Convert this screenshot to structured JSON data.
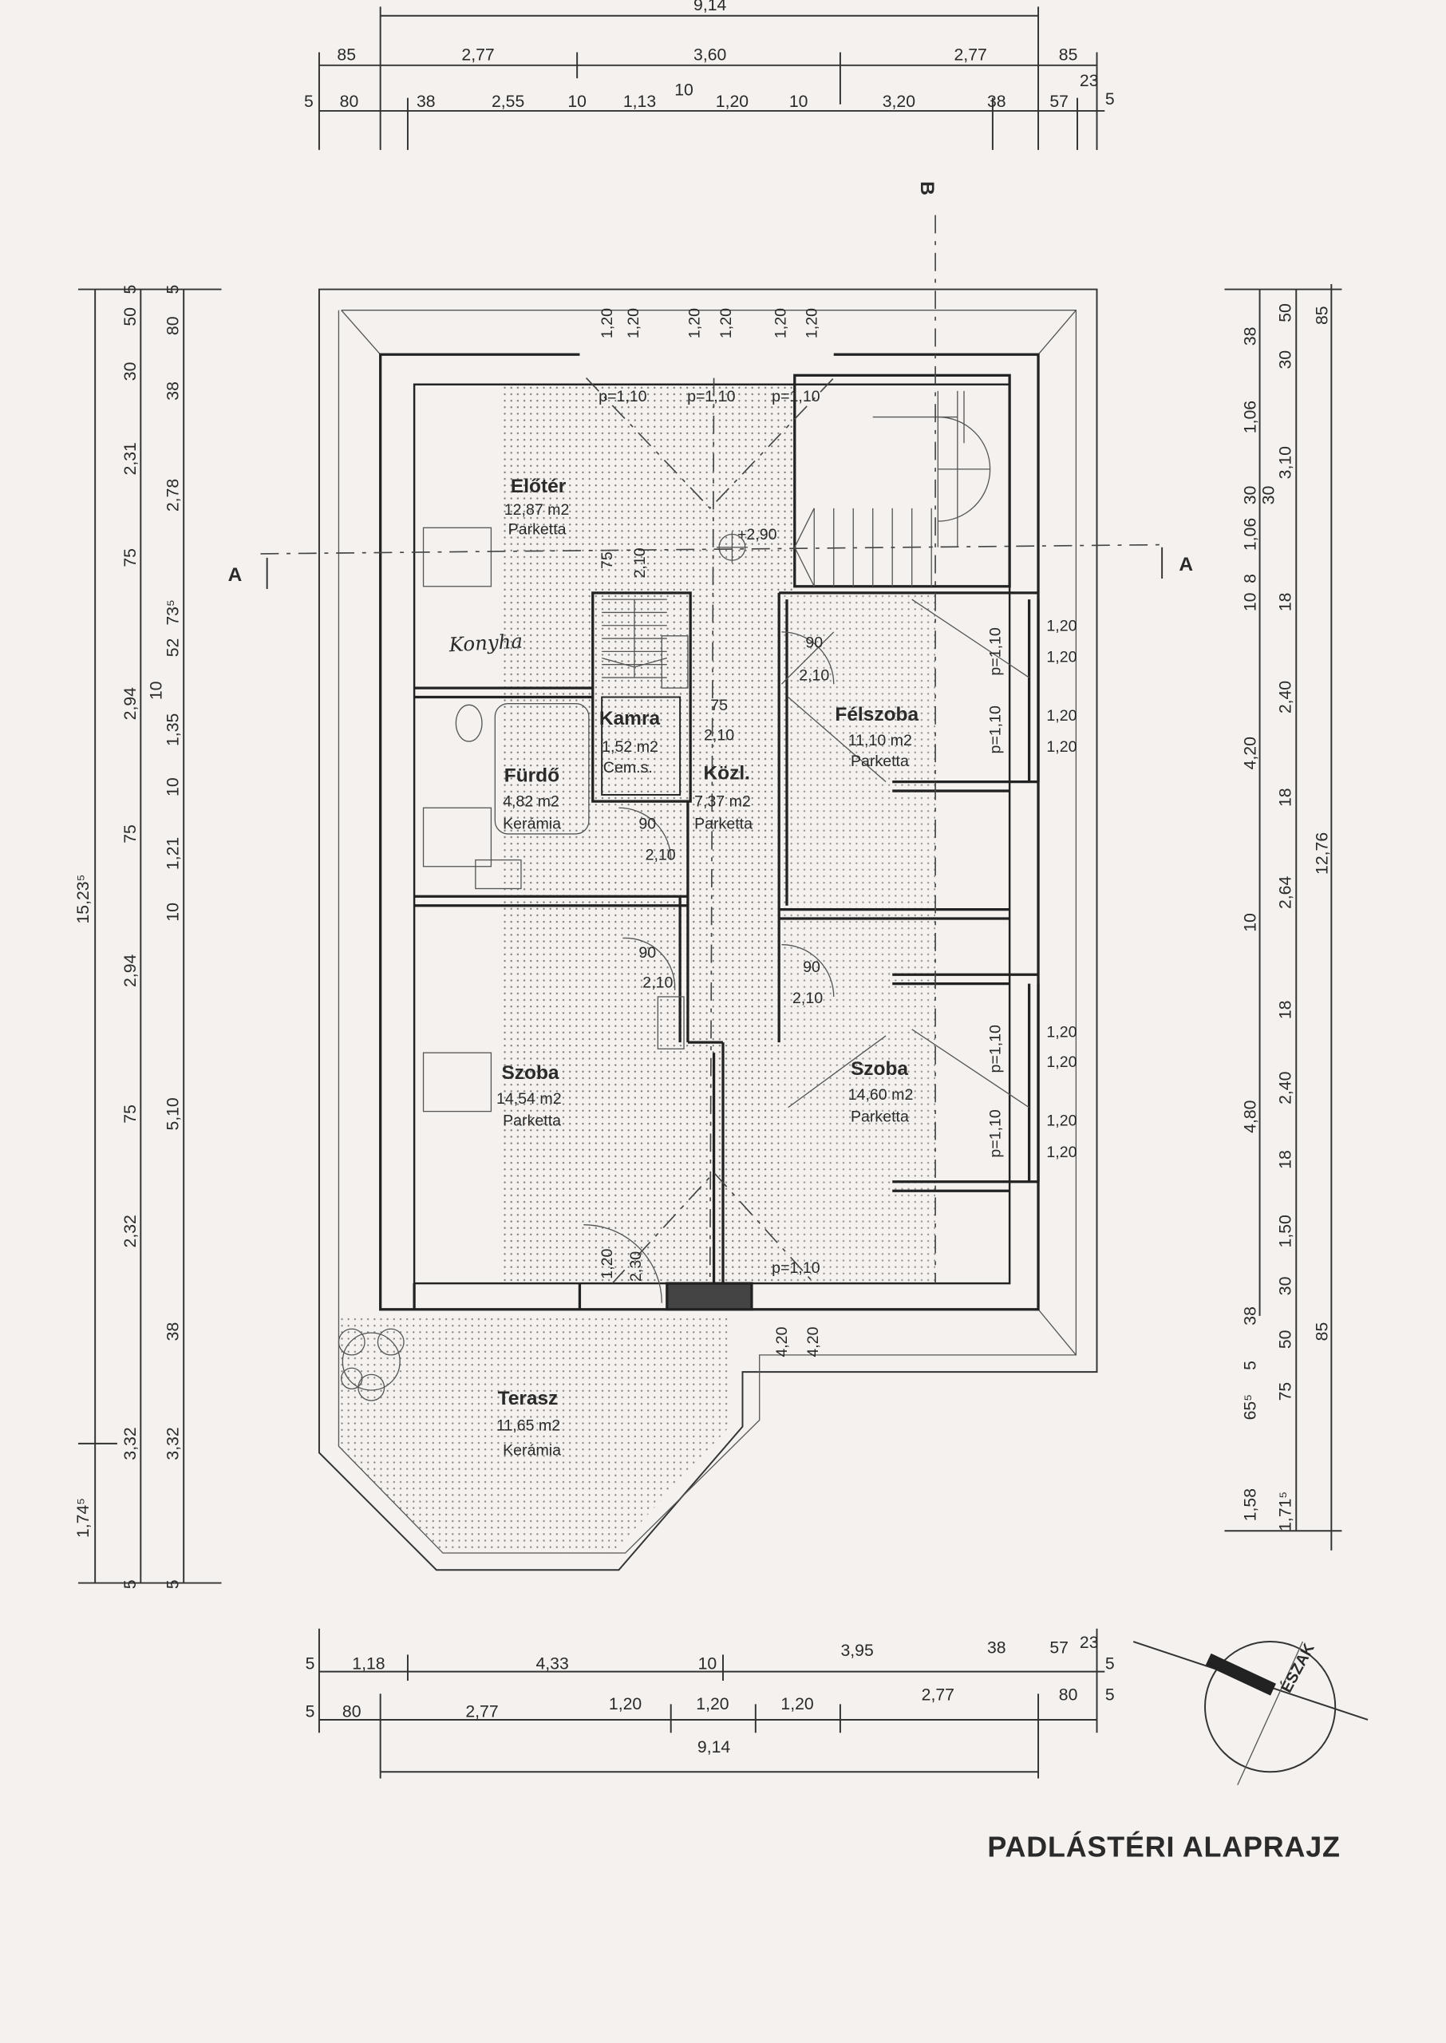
{
  "title": "PADLÁSTÉRI ALAPRAJZ",
  "north_label": "ÉSZAK",
  "handwritten_note": "Konyha",
  "section_markers": {
    "a_left": "A",
    "a_right": "A",
    "b": "B"
  },
  "level_mark": "+2,90",
  "rooms": [
    {
      "name": "Előtér",
      "area": "12,87 m2",
      "floor": "Parketta"
    },
    {
      "name": "Kamra",
      "area": "1,52 m2",
      "floor": "Cem.s."
    },
    {
      "name": "Közl.",
      "area": "7,37 m2",
      "floor": "Parketta"
    },
    {
      "name": "Fürdő",
      "area": "4,82 m2",
      "floor": "Kerámia"
    },
    {
      "name": "Félszoba",
      "area": "11,10 m2",
      "floor": "Parketta"
    },
    {
      "name": "Szoba",
      "area": "14,54 m2",
      "floor": "Parketta"
    },
    {
      "name": "Szoba",
      "area": "14,60 m2",
      "floor": "Parketta"
    },
    {
      "name": "Terasz",
      "area": "11,65 m2",
      "floor": "Kerámia"
    }
  ],
  "dimensions": {
    "top_total": [
      "9,14"
    ],
    "top_row2": [
      "85",
      "2,77",
      "3,60",
      "2,77",
      "85"
    ],
    "top_row3": [
      "5",
      "80",
      "38",
      "2,55",
      "10",
      "1,13",
      "10",
      "1,20",
      "10",
      "3,20",
      "38",
      "57",
      "23",
      "5"
    ],
    "left_outer": [
      "15,23⁵",
      "1,74⁵"
    ],
    "left_mid": [
      "5",
      "50",
      "30",
      "2,31",
      "75",
      "2,94",
      "75",
      "2,94",
      "75",
      "2,32",
      "3,32",
      "5"
    ],
    "left_inner": [
      "5",
      "80",
      "38",
      "2,78",
      "73⁵",
      "52",
      "10",
      "1,35",
      "10",
      "1,21",
      "10",
      "5,10",
      "38",
      "3,32",
      "5"
    ],
    "right_inner": [
      "38",
      "1,06",
      "30",
      "30",
      "1,06",
      "8",
      "10",
      "4,20",
      "10",
      "4,80",
      "38",
      "5",
      "65⁵",
      "1,58"
    ],
    "right_mid": [
      "50",
      "30",
      "3,10",
      "18",
      "2,40",
      "18",
      "2,64",
      "18",
      "2,40",
      "18",
      "1,50",
      "30",
      "50",
      "75",
      "1,71⁵"
    ],
    "right_outer": [
      "85",
      "12,76",
      "85"
    ],
    "bottom_row1": [
      "5",
      "1,18",
      "4,33",
      "10",
      "3,95",
      "38",
      "57",
      "23",
      "5"
    ],
    "bottom_row2": [
      "5",
      "80",
      "2,77",
      "1,20",
      "1,20",
      "1,20",
      "2,77",
      "80",
      "5"
    ],
    "bottom_total": [
      "9,14"
    ]
  },
  "openings": {
    "top_windows": [
      "1,20",
      "1,20",
      "1,20",
      "1,20",
      "1,20",
      "1,20"
    ],
    "top_parapets": [
      "p=1,10",
      "p=1,10",
      "p=1,10"
    ],
    "right_windows": [
      "1,20",
      "1,20",
      "1,20",
      "1,20",
      "1,20",
      "1,20",
      "1,20",
      "1,20"
    ],
    "right_parapets": [
      "p=1,10",
      "p=1,10",
      "p=1,10",
      "p=1,10"
    ],
    "doors": [
      {
        "w": "75",
        "h": "2,10"
      },
      {
        "w": "90",
        "h": "2,10"
      },
      {
        "w": "75",
        "h": "2,10"
      },
      {
        "w": "90",
        "h": "2,10"
      },
      {
        "w": "90",
        "h": "2,10"
      },
      {
        "w": "90",
        "h": "2,10"
      },
      {
        "w": "1,20",
        "h": "2,30"
      }
    ],
    "bottom_parapet": "p=1,10",
    "bottom_widths": [
      "4,20",
      "4,20"
    ]
  }
}
